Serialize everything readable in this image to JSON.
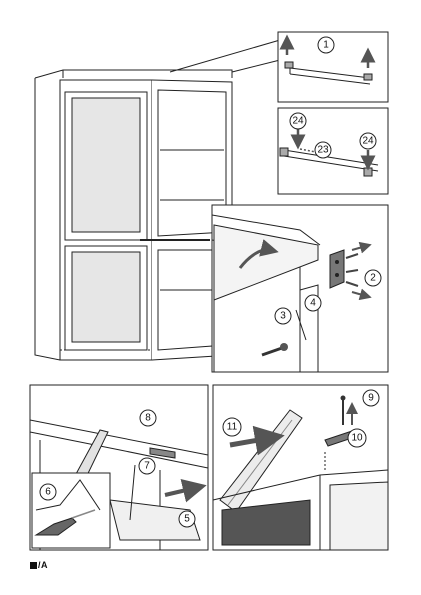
{
  "callouts": {
    "c1": "1",
    "c2": "2",
    "c3": "3",
    "c4": "4",
    "c5": "5",
    "c6": "6",
    "c7": "7",
    "c8": "8",
    "c9": "9",
    "c10": "10",
    "c11": "11",
    "c23": "23",
    "c24a": "24",
    "c24b": "24"
  },
  "footer": {
    "code": "/A"
  },
  "colors": {
    "line": "#222222",
    "shade": "#cfcfcf",
    "dark_part": "#555555"
  }
}
